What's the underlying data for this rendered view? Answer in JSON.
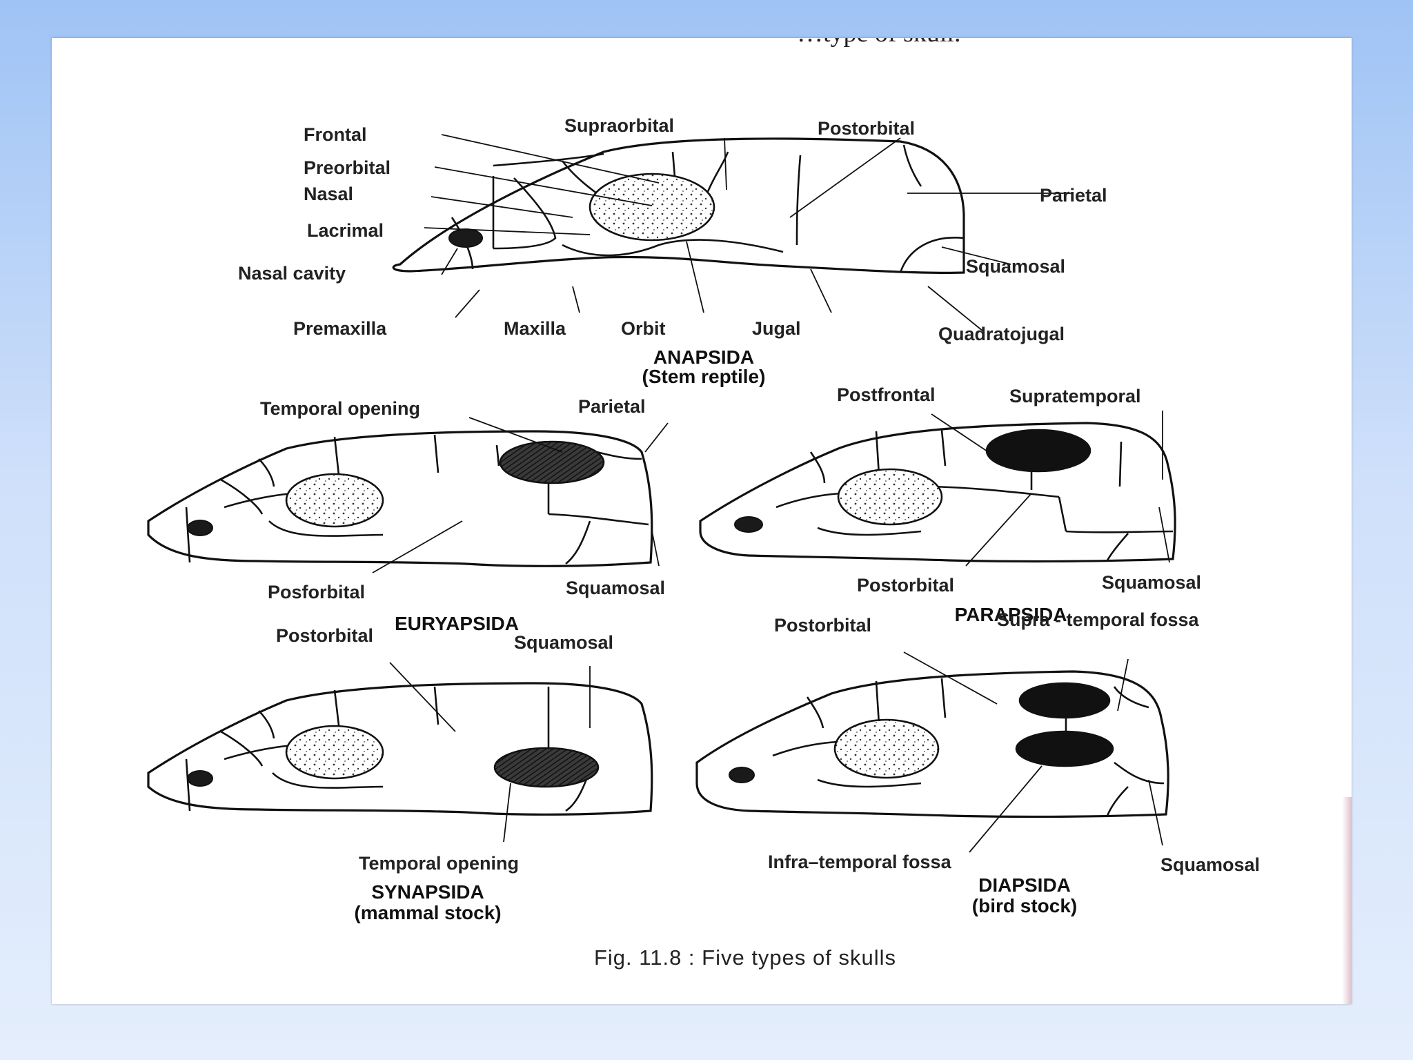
{
  "header": {
    "partial_text": "…type of skull."
  },
  "caption": "Fig. 11.8 :  Five types of skulls",
  "anapsida": {
    "title": "ANAPSIDA",
    "subtitle": "(Stem reptile)",
    "labels": {
      "frontal": "Frontal",
      "preorbital": "Preorbital",
      "nasal": "Nasal",
      "lacrimal": "Lacrimal",
      "nasal_cavity": "Nasal cavity",
      "premaxilla": "Premaxilla",
      "maxilla": "Maxilla",
      "orbit": "Orbit",
      "jugal": "Jugal",
      "quadratojugal": "Quadratojugal",
      "squamosal": "Squamosal",
      "parietal": "Parietal",
      "postorbital": "Postorbital",
      "supraorbital": "Supraorbital"
    }
  },
  "euryapsida": {
    "title": "EURYAPSIDA",
    "labels": {
      "temporal_opening": "Temporal opening",
      "parietal": "Parietal",
      "posforbital": "Posforbital",
      "squamosal": "Squamosal"
    }
  },
  "parapsida": {
    "title": "PARAPSIDA",
    "labels": {
      "postfrontal": "Postfrontal",
      "supratemporal": "Supratemporal",
      "postorbital": "Postorbital",
      "squamosal": "Squamosal"
    }
  },
  "synapsida": {
    "title": "SYNAPSIDA",
    "subtitle": "(mammal stock)",
    "labels": {
      "postorbital": "Postorbital",
      "squamosal": "Squamosal",
      "temporal_opening": "Temporal opening"
    }
  },
  "diapsida": {
    "title": "DIAPSIDA",
    "subtitle": "(bird stock)",
    "labels": {
      "postorbital": "Postorbital",
      "supra_temporal_fossa": "Supra - temporal fossa",
      "infra_temporal_fossa": "Infra–temporal fossa",
      "squamosal": "Squamosal"
    }
  }
}
